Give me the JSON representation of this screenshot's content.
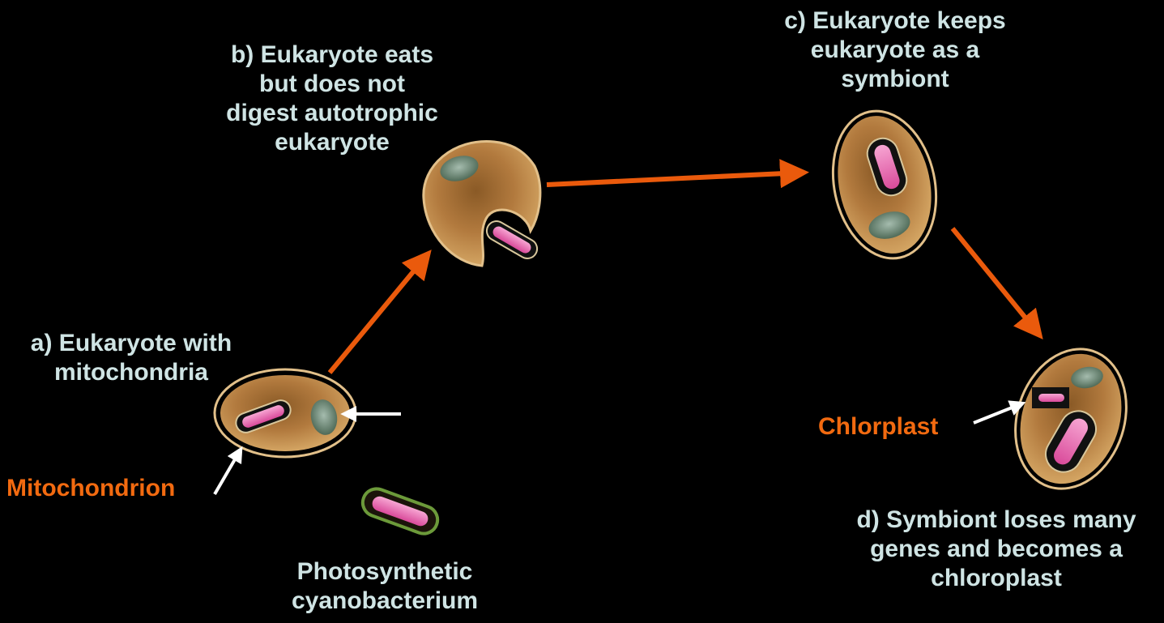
{
  "colors": {
    "background": "#000000",
    "caption_text": "#cfe4e4",
    "highlight_text": "#f26a10",
    "arrow_orange": "#ea5a0c",
    "arrow_white": "#ffffff",
    "cell_fill": "#bc8243",
    "cell_edge": "#e6c48e",
    "organelle_pink": "#e45aa6",
    "cyanobacterium_outline": "#6c9a3a",
    "plastid_green": "#8aa596"
  },
  "labels": {
    "a": [
      "a) Eukaryote with",
      "mitochondria"
    ],
    "b": [
      "b) Eukaryote eats",
      "but does not",
      "digest autotrophic",
      "eukaryote"
    ],
    "c": [
      "c) Eukaryote keeps",
      "eukaryote as a",
      "symbiont"
    ],
    "d": [
      "d) Symbiont loses many",
      "genes and becomes a",
      "chloroplast"
    ],
    "cyanobacterium": [
      "Photosynthetic",
      "cyanobacterium"
    ],
    "mitochondrion": "Mitochondrion",
    "chloroplast": "Chlorplast"
  },
  "icons": {
    "cell_a": "eukaryote-cell",
    "cell_b": "engulfing-cell",
    "cell_c": "symbiont-cell",
    "cell_d": "chloroplast-cell",
    "arrows": "flow-arrow"
  }
}
